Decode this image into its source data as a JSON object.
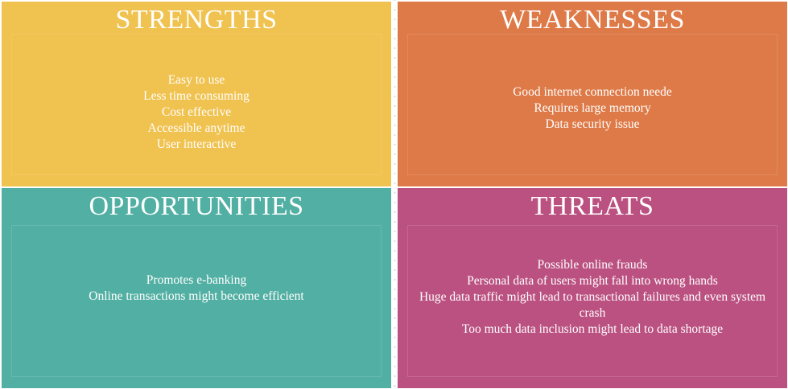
{
  "swot": {
    "strengths": {
      "title": "STRENGTHS",
      "color": "#f0c24f",
      "items": [
        "Easy to use",
        "Less time consuming",
        "Cost effective",
        "Accessible anytime",
        "User interactive"
      ]
    },
    "weaknesses": {
      "title": "WEAKNESSES",
      "color": "#de7a48",
      "items": [
        "Good internet connection neede",
        "Requires large memory",
        "Data security issue"
      ]
    },
    "opportunities": {
      "title": "OPPORTUNITIES",
      "color": "#52afa3",
      "items": [
        "Promotes e-banking",
        "Online transactions might become efficient"
      ]
    },
    "threats": {
      "title": "THREATS",
      "color": "#bb5181",
      "items": [
        "Possible online frauds",
        "Personal data of users might fall into wrong hands",
        "Huge data traffic might lead to transactional failures and even system crash",
        "Too much data inclusion might lead to data shortage"
      ]
    }
  }
}
